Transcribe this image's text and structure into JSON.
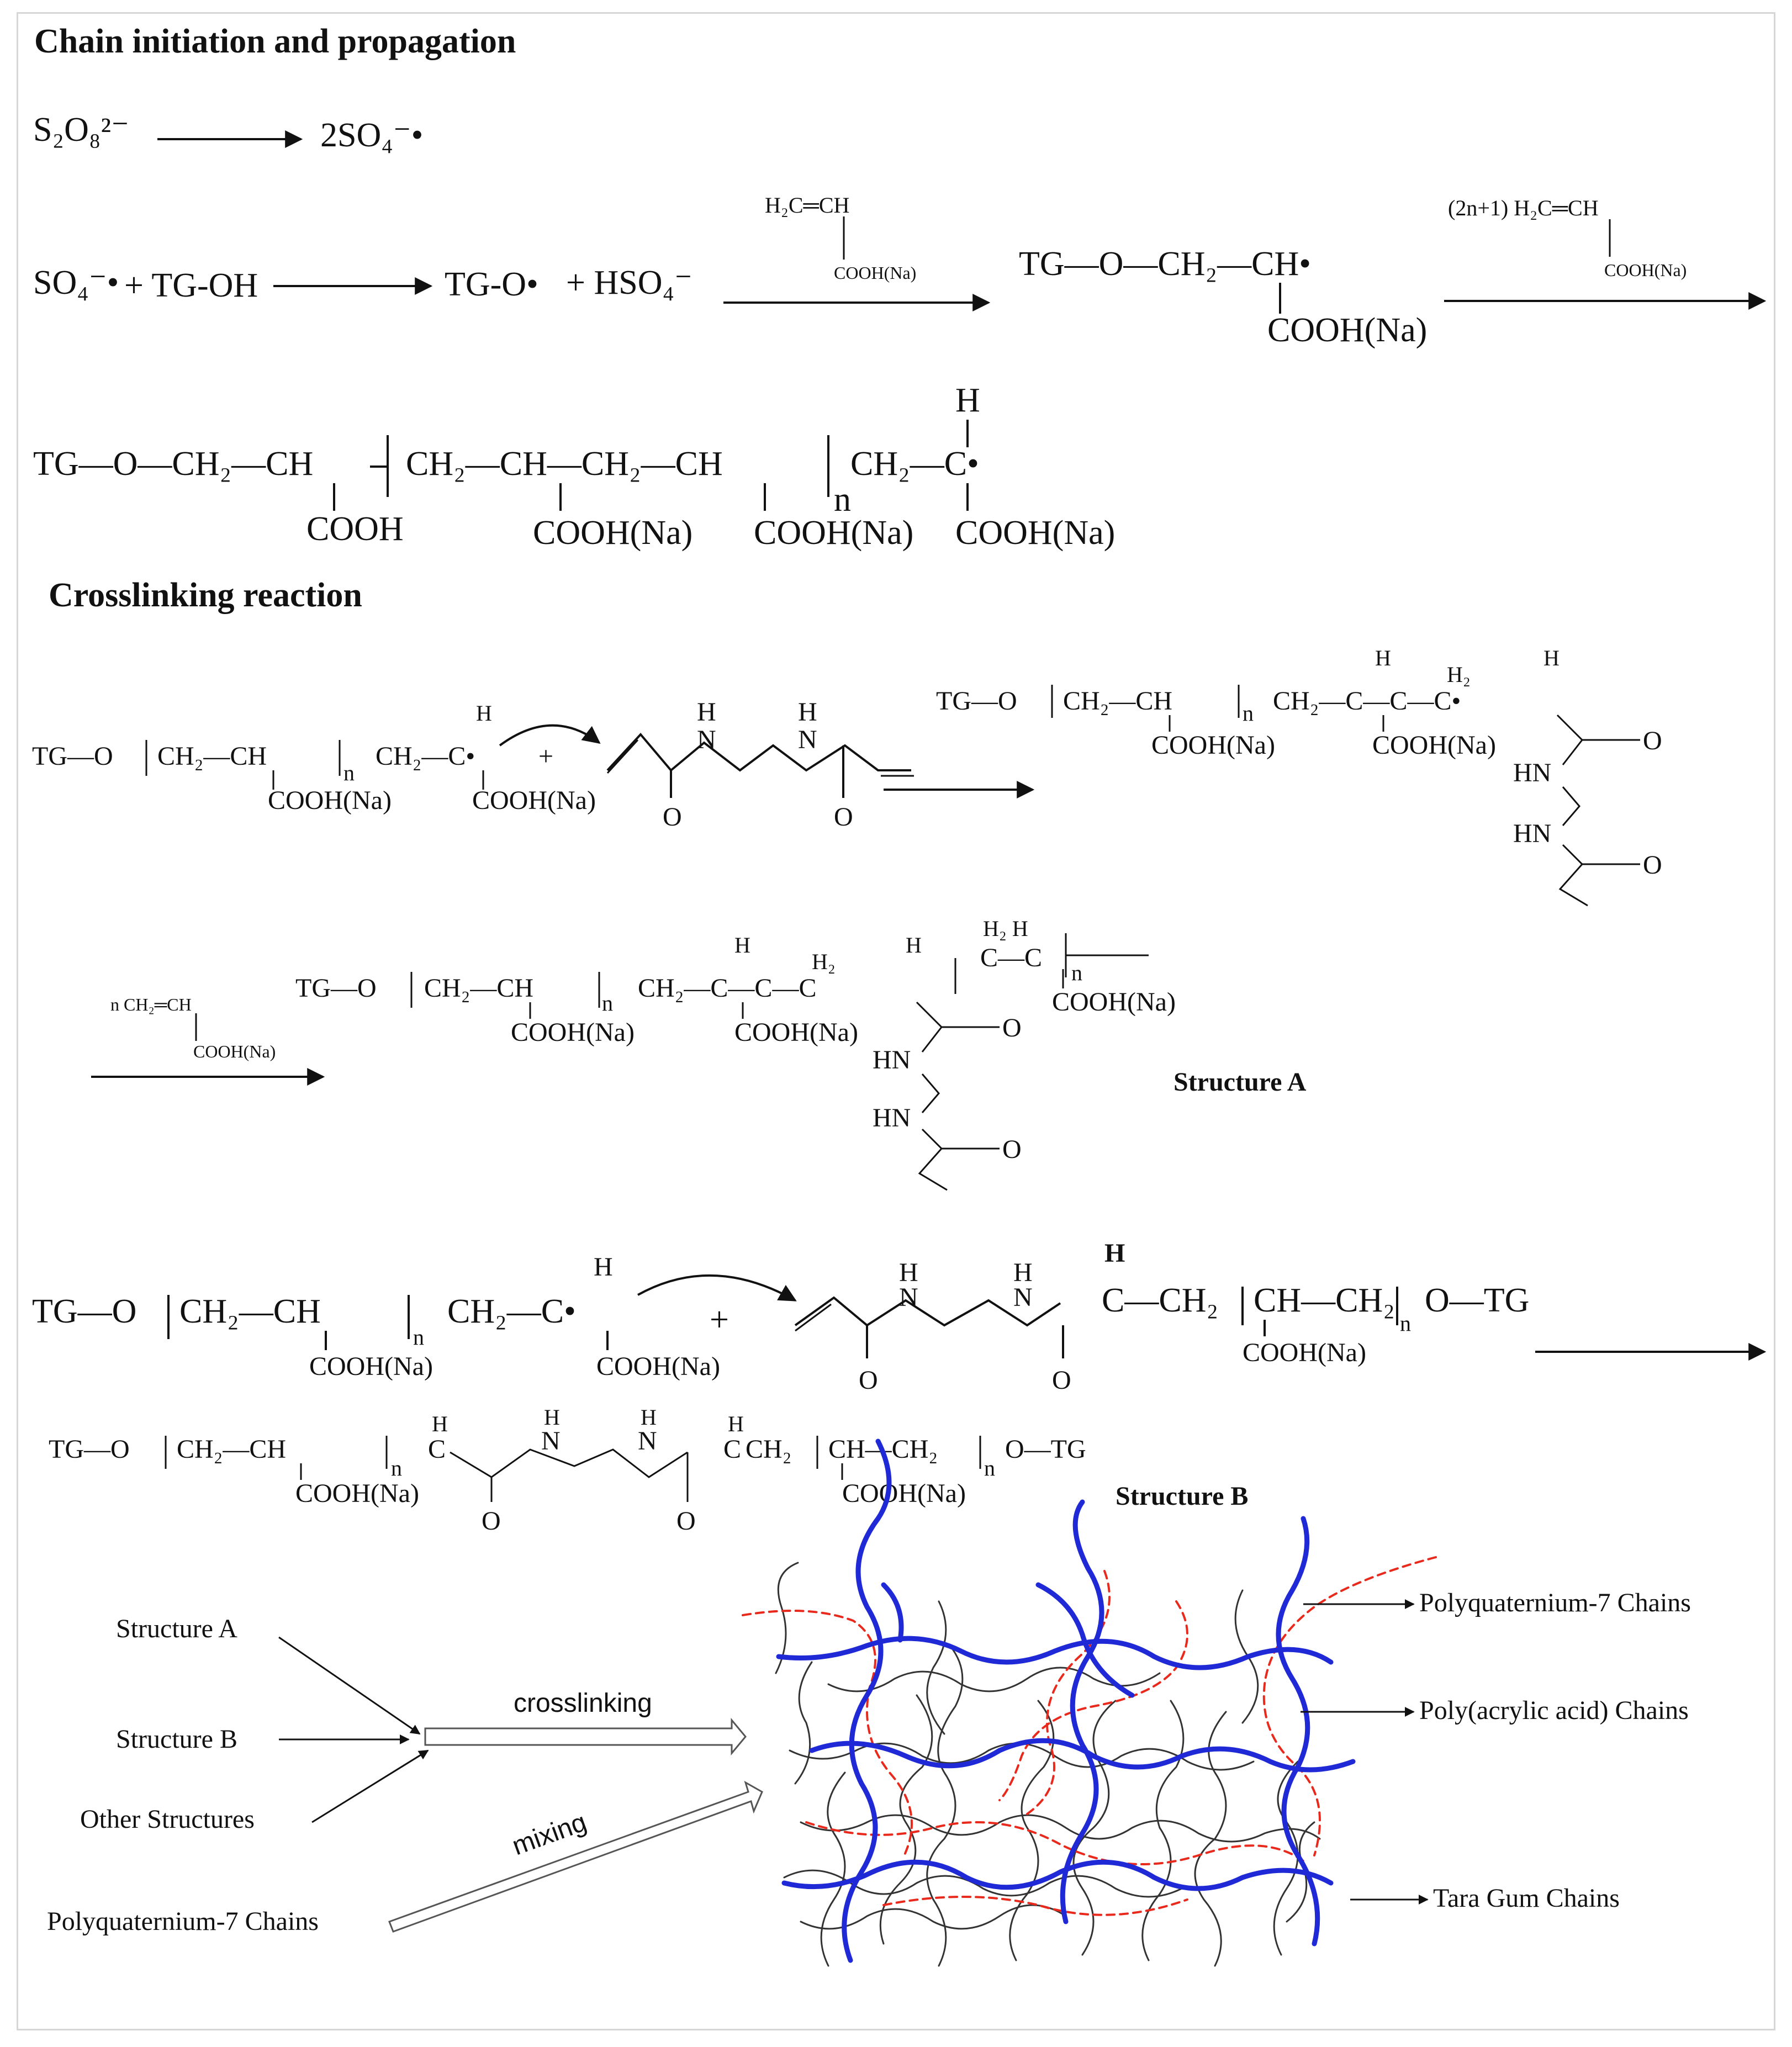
{
  "headings": {
    "chain": "Chain initiation and propagation",
    "crosslink": "Crosslinking reaction"
  },
  "eq1": {
    "left": "S₂O₈²⁻",
    "right": "2SO₄⁻•"
  },
  "eq2": {
    "reactant_a": "SO₄⁻•",
    "reactant_b": "+ TG-OH",
    "product_a": "TG-O•",
    "product_b": "+ HSO₄⁻",
    "monomer_top": "H₂C═CH",
    "monomer_sub": "COOH(Na)",
    "radical_main": "TG—O—CH₂—CH•",
    "radical_sub": "COOH(Na)",
    "monomer2_top": "(2n+1) H₂C═CH",
    "monomer2_sub": "COOH(Na)"
  },
  "chain": {
    "main": "TG—O—CH₂—CH",
    "sub1": "COOH",
    "rep": "CH₂—CH—CH₂—CH",
    "sub2": "COOH(Na)",
    "sub3": "COOH(Na)",
    "n": "n",
    "end": "CH₂—C•",
    "h": "H",
    "sub4": "COOH(Na)"
  },
  "xl1": {
    "left_main": "TG—O",
    "left_rep": "CH₂—CH",
    "left_n": "n",
    "left_tail": "CH₂—C•",
    "left_h": "H",
    "left_sub1": "COOH(Na)",
    "left_sub2": "COOH(Na)",
    "plus": "+",
    "nh1": "N",
    "nh2": "N",
    "h1": "H",
    "h2": "H",
    "o1": "O",
    "o2": "O",
    "prod_main": "TG—O",
    "prod_rep": "CH₂—CH",
    "prod_n": "n",
    "prod_tail": "CH₂—C—C—C•",
    "prod_h1": "H",
    "prod_h2": "H₂",
    "prod_h3": "H",
    "prod_sub1": "COOH(Na)",
    "prod_sub2": "COOH(Na)",
    "prod_o": "O",
    "prod_hn1": "HN",
    "prod_hn2": "HN",
    "prod_o2": "O"
  },
  "structA": {
    "reagent_top": "n CH₂═CH",
    "reagent_sub": "COOH(Na)",
    "main": "TG—O",
    "rep": "CH₂—CH",
    "n": "n",
    "tail": "CH₂—C—C—C",
    "h1": "H",
    "h2": "H₂",
    "h3": "H",
    "sub1": "COOH(Na)",
    "sub2": "COOH(Na)",
    "br_top": "H₂   H",
    "br_rep": "C—C",
    "br_n": "n",
    "br_sub": "COOH(Na)",
    "o": "O",
    "hn1": "HN",
    "hn2": "HN",
    "o2": "O",
    "label": "Structure A"
  },
  "structB_react": {
    "main": "TG—O",
    "rep": "CH₂—CH",
    "n": "n",
    "tail": "CH₂—C•",
    "h": "H",
    "sub1": "COOH(Na)",
    "sub2": "COOH(Na)",
    "plus": "+",
    "nh_h1": "H",
    "nh_n1": "N",
    "nh_h2": "H",
    "nh_n2": "N",
    "o1": "O",
    "o2": "O",
    "right_h": "H",
    "right_c": "C—CH₂",
    "right_rep": "CH—CH₂",
    "right_n": "n",
    "right_end": "O—TG",
    "right_sub": "COOH(Na)"
  },
  "structB": {
    "main": "TG—O",
    "rep": "CH₂—CH",
    "n": "n",
    "c1": "C",
    "h1": "H",
    "nh_h1": "H",
    "n1": "N",
    "nh_h2": "H",
    "n2": "N",
    "c2": "C",
    "h2": "H",
    "ch2": "CH₂",
    "rep2": "CH—CH₂",
    "n2lbl": "n",
    "end": "O—TG",
    "sub1": "COOH(Na)",
    "sub2": "COOH(Na)",
    "o1": "O",
    "o2": "O",
    "label": "Structure B"
  },
  "network": {
    "in_a": "Structure A",
    "in_b": "Structure B",
    "in_other": "Other Structures",
    "in_pq": "Polyquaternium-7 Chains",
    "crosslinking": "crosslinking",
    "mixing": "mixing",
    "legend_pq": "Polyquaternium-7 Chains",
    "legend_paa": "Poly(acrylic acid) Chains",
    "legend_tg": "Tara Gum Chains"
  },
  "colors": {
    "paa": "#1f2ad6",
    "pq": "#e8291c",
    "tg": "#333333",
    "frame": "#d6d6d6"
  }
}
